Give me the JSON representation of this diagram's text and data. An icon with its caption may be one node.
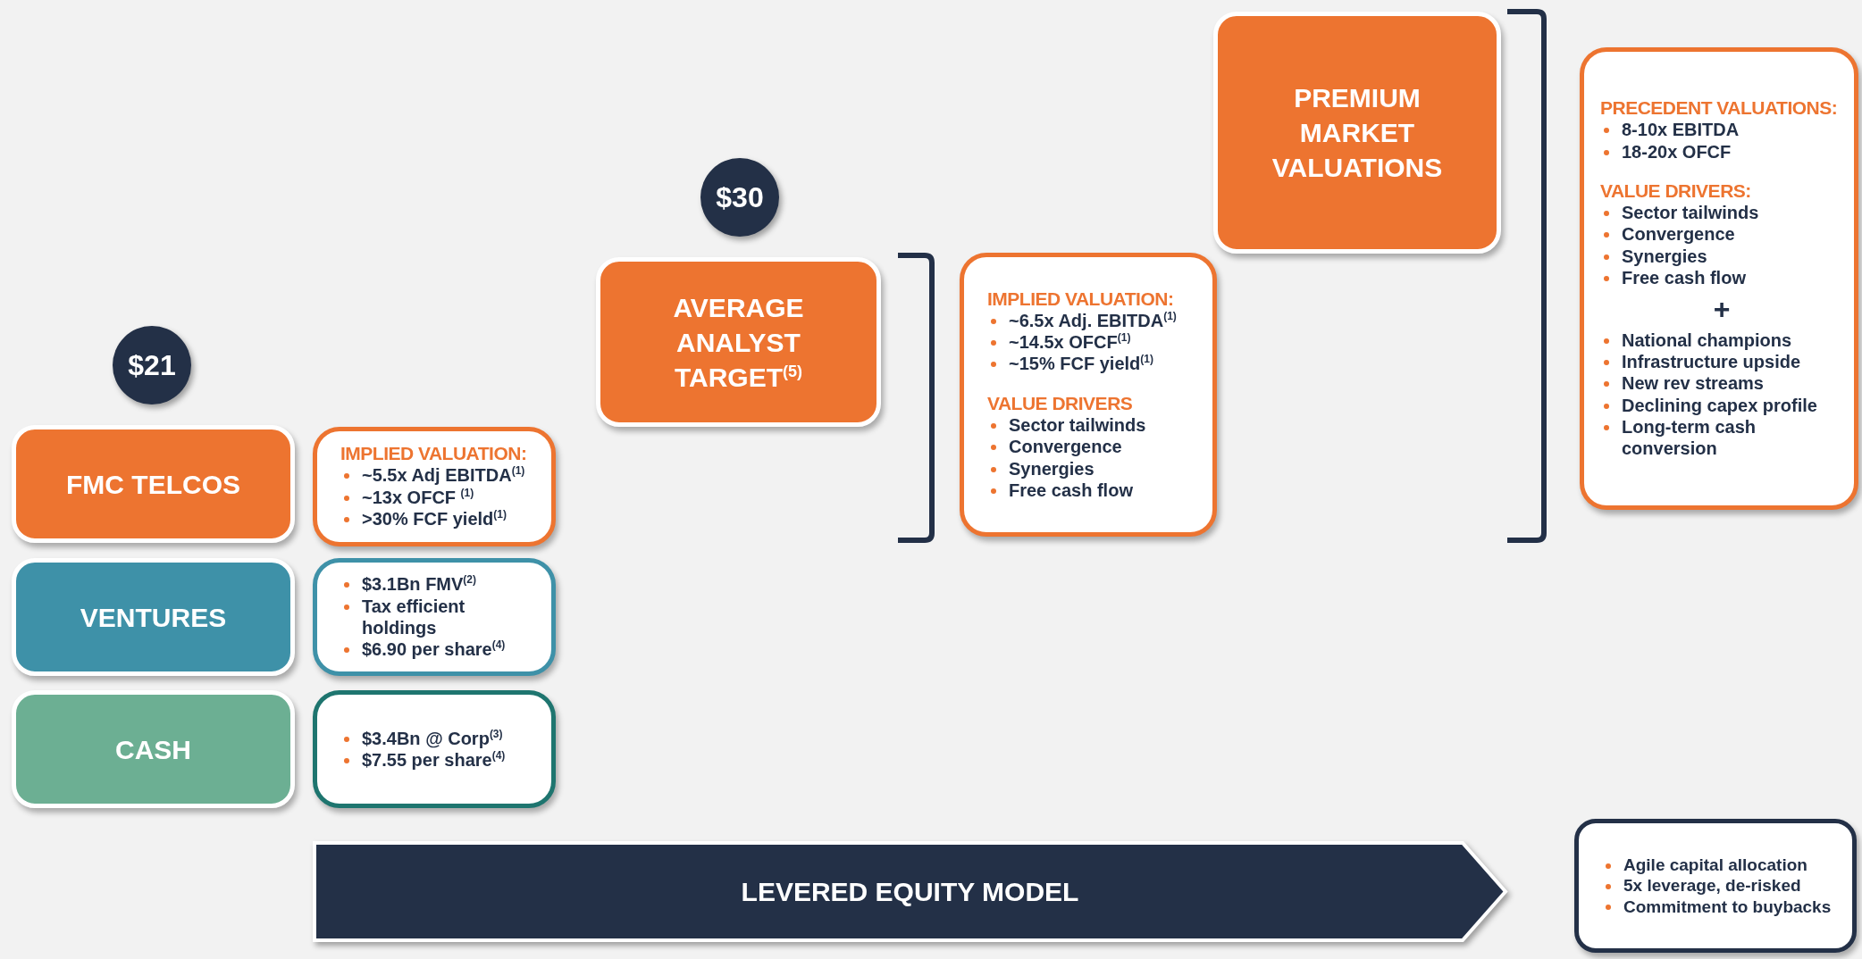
{
  "diagram": {
    "nodes": [
      {
        "text": [
          "$21"
        ]
      },
      {
        "text": [
          "FMC TELCOS"
        ]
      },
      {
        "text": [
          "IMPLIED VALUATION:",
          "~5.5x Adj EBITDA$^{(1)}$",
          "~13x OFCF $^{(1)}$",
          ">30% FCF yield$^{(1)}$"
        ]
      },
      {
        "text": [
          "VENTURES"
        ]
      },
      {
        "text": [
          "$3.1Bn FMV$^{(2)}$",
          "Tax efficient holdings",
          "$6.90 per share$^{(4)}$"
        ]
      },
      {
        "text": [
          "CASH"
        ]
      },
      {
        "text": [
          "$3.4Bn @ Corp$^{(3)}$",
          "$7.55 per share$^{(4)}$"
        ]
      },
      {
        "text": [
          "$30"
        ]
      },
      {
        "text": [
          "AVERAGE ANALYST TARGET$^{(5)}$"
        ]
      },
      {
        "text": [
          "IMPLIED VALUATION:",
          "~6.5x Adj. EBITDA$^{(1)}$",
          "~14.5x OFCF$^{(1)}$",
          "~15% FCF yield$^{(1)}$",
          "VALUE DRIVERS",
          "Sector tailwinds",
          "Convergence",
          "Synergies",
          "Free cash flow"
        ]
      },
      {
        "text": [
          "PREMIUM MARKET VALUATIONS"
        ]
      },
      {
        "text": [
          "PRECEDENT VALUATIONS:",
          "8-10x EBITDA",
          "18-20x OFCF",
          "VALUE DRIVERS:",
          "Sector tailwinds",
          "Convergence",
          "Synergies",
          "Free cash flow",
          "+",
          "National champions",
          "Infrastructure upside",
          "New rev streams",
          "Declining capex profile",
          "Long-term cash conversion"
        ]
      },
      {
        "text": [
          "LEVERED EQUITY MODEL"
        ]
      },
      {
        "text": [
          "Agile capital allocation",
          "5x leverage, de-risked",
          "Commitment to buybacks"
        ]
      }
    ]
  }
}
